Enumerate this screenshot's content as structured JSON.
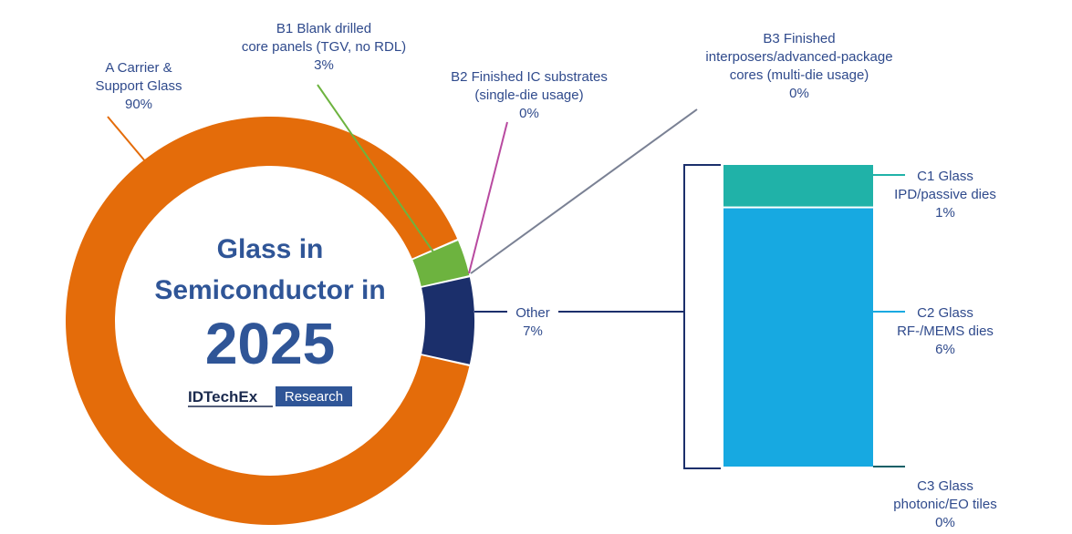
{
  "chart_data": {
    "type": "pie",
    "title": [
      "Glass in",
      "Semiconductor in",
      "2025"
    ],
    "slices": [
      {
        "name": [
          "A Carrier &",
          "Support Glass"
        ],
        "value": 90,
        "label": "90%",
        "color": "#e46c0a"
      },
      {
        "name": [
          "B1 Blank drilled",
          "core panels (TGV, no RDL)"
        ],
        "value": 3,
        "label": "3%",
        "color": "#6db33f"
      },
      {
        "name": [
          "B2 Finished IC substrates",
          "(single-die usage)"
        ],
        "value": 0,
        "label": "0%",
        "color": "#b84aa0"
      },
      {
        "name": [
          "B3 Finished",
          "interposers/advanced-package",
          "cores (multi-die usage)"
        ],
        "value": 0,
        "label": "0%",
        "color": "#7a8194"
      },
      {
        "name": [
          "Other"
        ],
        "value": 7,
        "label": "7%",
        "color": "#1b2f6b"
      }
    ],
    "breakdown": [
      {
        "name": [
          "C1 Glass",
          "IPD/passive dies"
        ],
        "value": 1,
        "label": "1%",
        "color": "#20b2a8"
      },
      {
        "name": [
          "C2 Glass",
          "RF-/MEMS dies"
        ],
        "value": 6,
        "label": "6%",
        "color": "#17a9e1"
      },
      {
        "name": [
          "C3 Glass",
          "photonic/EO tiles"
        ],
        "value": 0,
        "label": "0%",
        "color": "#0f5f66"
      }
    ]
  },
  "brand": {
    "name": "IDTechEx",
    "tag": "Research"
  }
}
